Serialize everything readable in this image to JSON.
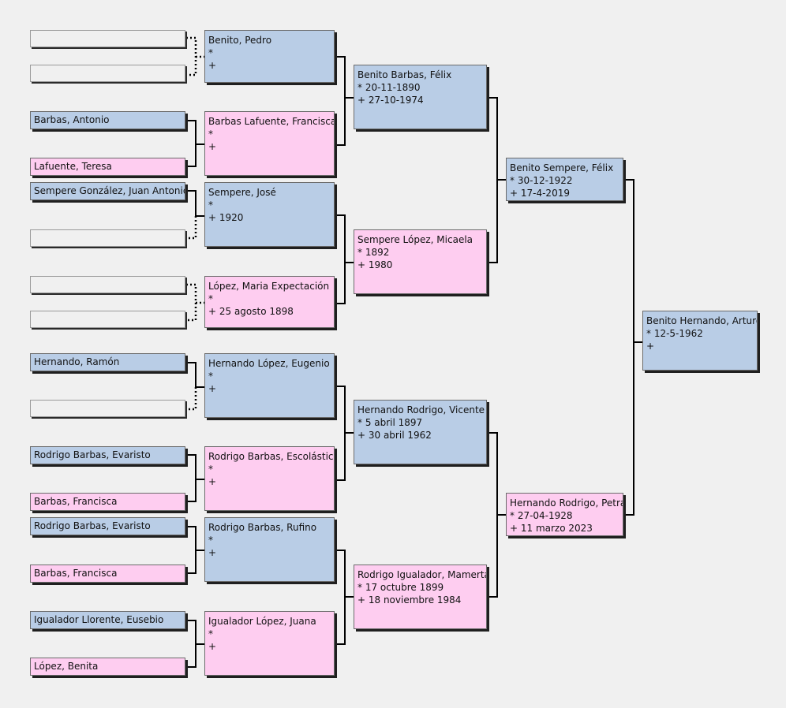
{
  "tree": {
    "root": {
      "name": "Benito Hernando, Arturo",
      "birth": "* 12-5-1962",
      "death": "+"
    },
    "g1": [
      {
        "name": "Benito Sempere, Félix",
        "birth": "* 30-12-1922",
        "death": "+ 17-4-2019"
      },
      {
        "name": "Hernando Rodrigo, Petra",
        "birth": "* 27-04-1928",
        "death": "+ 11 marzo 2023"
      }
    ],
    "g2": [
      {
        "name": "Benito Barbas, Félix",
        "birth": "* 20-11-1890",
        "death": "+ 27-10-1974"
      },
      {
        "name": "Sempere López, Micaela",
        "birth": "* 1892",
        "death": "+ 1980"
      },
      {
        "name": "Hernando Rodrigo, Vicente",
        "birth": "* 5 abril 1897",
        "death": "+ 30 abril 1962"
      },
      {
        "name": "Rodrigo Igualador, Mamerta",
        "birth": "* 17 octubre 1899",
        "death": "+ 18 noviembre 1984"
      }
    ],
    "g3": [
      {
        "name": "Benito, Pedro",
        "birth": "*",
        "death": "+"
      },
      {
        "name": "Barbas Lafuente, Francisca",
        "birth": "*",
        "death": "+"
      },
      {
        "name": "Sempere, José",
        "birth": "*",
        "death": "+ 1920"
      },
      {
        "name": "López, Maria Expectación",
        "birth": "*",
        "death": "+ 25 agosto 1898"
      },
      {
        "name": "Hernando López, Eugenio",
        "birth": "*",
        "death": "+"
      },
      {
        "name": "Rodrigo Barbas, Escolástica",
        "birth": "*",
        "death": "+"
      },
      {
        "name": "Rodrigo Barbas, Rufino",
        "birth": "*",
        "death": "+"
      },
      {
        "name": "Igualador López, Juana",
        "birth": "*",
        "death": "+"
      }
    ],
    "g4": [
      {
        "name": ""
      },
      {
        "name": ""
      },
      {
        "name": "Barbas, Antonio"
      },
      {
        "name": "Lafuente, Teresa"
      },
      {
        "name": "Sempere González, Juan Antonio"
      },
      {
        "name": ""
      },
      {
        "name": ""
      },
      {
        "name": ""
      },
      {
        "name": "Hernando, Ramón"
      },
      {
        "name": ""
      },
      {
        "name": "Rodrigo Barbas, Evaristo"
      },
      {
        "name": "Barbas, Francisca"
      },
      {
        "name": "Rodrigo Barbas, Evaristo"
      },
      {
        "name": "Barbas, Francisca"
      },
      {
        "name": "Igualador Llorente, Eusebio"
      },
      {
        "name": "López, Benita"
      }
    ]
  },
  "colors": {
    "male": "#b9cde6",
    "female": "#fecdf0",
    "empty": "#f0f0f0",
    "line": "#000000"
  }
}
